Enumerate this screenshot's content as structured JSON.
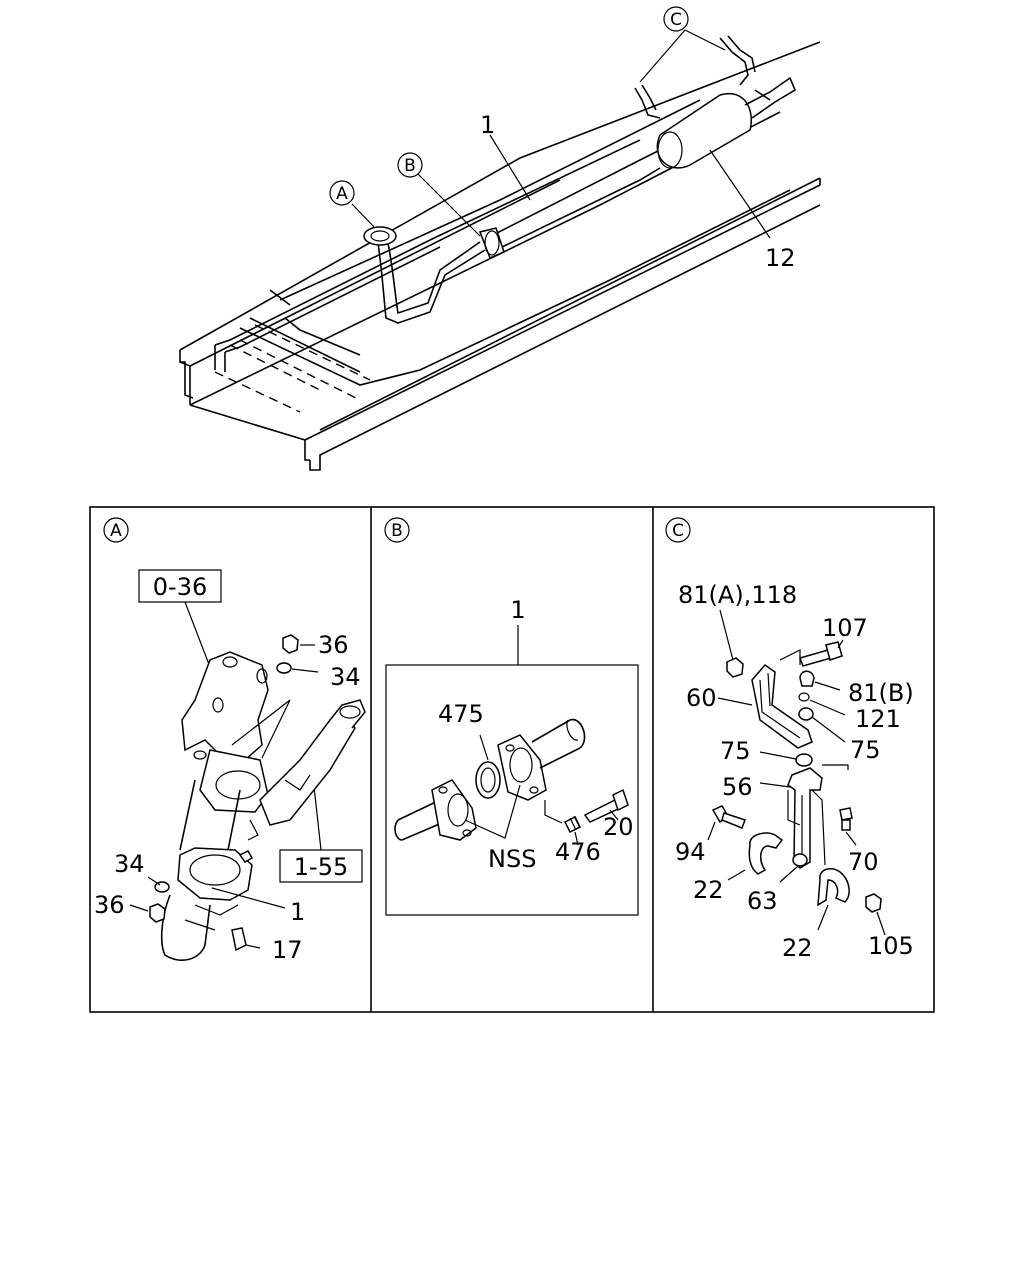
{
  "overview": {
    "callouts": {
      "a": "A",
      "b": "B",
      "c": "C"
    },
    "labels": {
      "pipe": "1",
      "muffler": "12"
    }
  },
  "panel_a": {
    "tag": "A",
    "ref_top": "0-36",
    "ref_side": "1-55",
    "labels": {
      "nut_top": "36",
      "washer_top": "34",
      "washer_left": "34",
      "nut_left": "36",
      "pipe": "1",
      "stud": "17"
    }
  },
  "panel_b": {
    "tag": "B",
    "pipe": "1",
    "gasket": "475",
    "nss": "NSS",
    "spring": "476",
    "bolt": "20"
  },
  "panel_c": {
    "tag": "C",
    "labels": {
      "nut_a": "81(A),118",
      "bolt_107": "107",
      "nut_b": "81(B)",
      "bracket_60": "60",
      "washer_121": "121",
      "rubber_75_right": "75",
      "rubber_75_left": "75",
      "hanger_56": "56",
      "bolt_94": "94",
      "bolt_70": "70",
      "clamp_22_left": "22",
      "washer_63": "63",
      "nut_105": "105",
      "clamp_22_right": "22"
    }
  }
}
